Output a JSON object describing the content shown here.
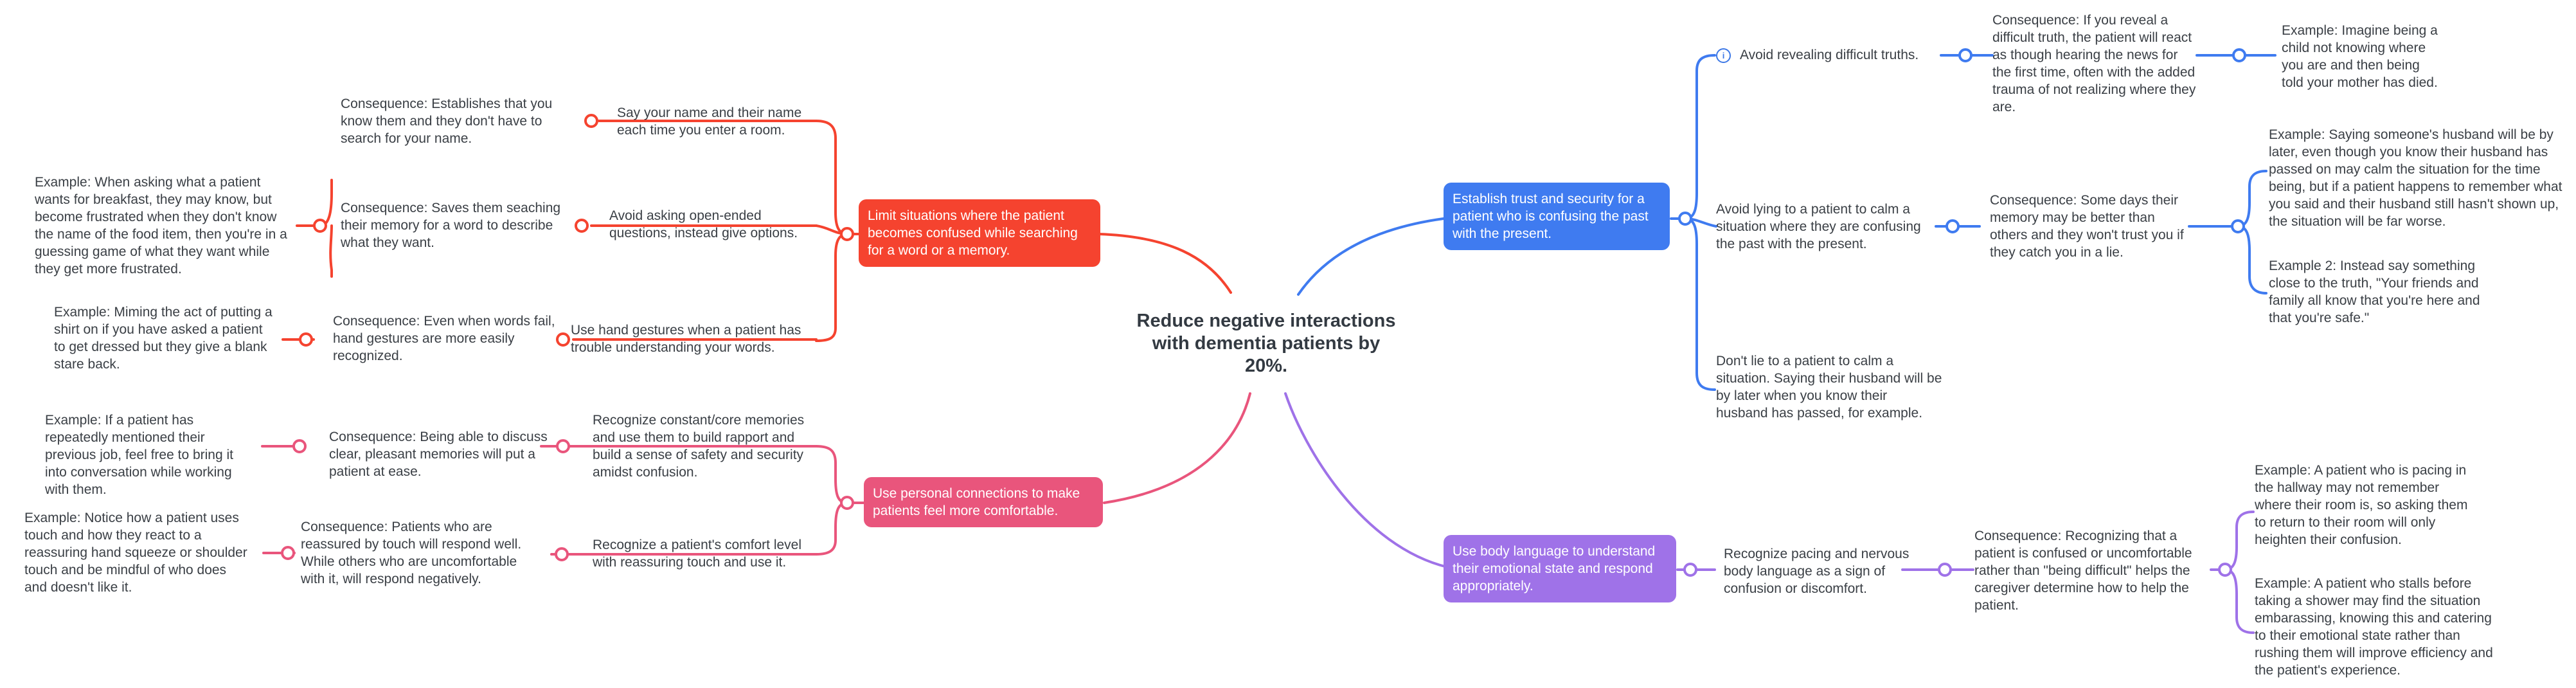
{
  "diagram": {
    "central_topic": "Reduce negative interactions with dementia patients by 20%.",
    "colors": {
      "red": "#f5432f",
      "pink": "#e9557c",
      "blue": "#3f7bf0",
      "purple": "#9f72e8"
    },
    "branches": {
      "limit": {
        "title": "Limit situations where the patient becomes confused while searching for a word or a memory.",
        "items": [
          {
            "text": "Say your name and their name each time you enter a room.",
            "consequence": "Consequence: Establishes that you know them and they don't have to search for your name."
          },
          {
            "text": "Avoid asking open-ended questions, instead give options.",
            "consequence": "Consequence: Saves them seaching their memory for a word to describe what they want.",
            "example": "Example: When asking what a patient wants for breakfast, they may know, but become frustrated when they don't know the name of the food item, then you're in a guessing game of what they want while they get more frustrated."
          },
          {
            "text": "Use hand gestures when a patient has trouble understanding your words.",
            "consequence": "Consequence: Even when words fail, hand gestures are more easily recognized.",
            "example": "Example: Miming the act of putting a shirt on if you have asked a patient to get dressed but they give a blank stare back."
          }
        ]
      },
      "personal": {
        "title": "Use personal connections to make patients feel more comfortable.",
        "items": [
          {
            "text": "Recognize constant/core memories and use them to build rapport and build a sense of safety and security amidst confusion.",
            "consequence": "Consequence: Being able to discuss clear, pleasant memories will put a patient at ease.",
            "example": "Example: If a patient has repeatedly mentioned their previous job, feel free to bring it into conversation while working with them."
          },
          {
            "text": "Recognize a patient's comfort level with reassuring touch and use it.",
            "consequence": "Consequence: Patients who are reassured by touch will respond well. While others who are uncomfortable with it, will respond negatively.",
            "example": "Example: Notice how a patient uses touch and how they react to a reassuring hand squeeze or shoulder touch and be mindful of who does and doesn't like it."
          }
        ]
      },
      "trust": {
        "title": "Establish trust and security for a patient who is confusing the past with the present.",
        "items": [
          {
            "text": "Avoid revealing difficult truths.",
            "icon": "info-icon",
            "consequence": "Consequence: If you reveal a difficult truth, the patient will react as though hearing the news for the first time, often with the added trauma of not realizing where they are.",
            "example": "Example: Imagine being a child not knowing where you are and then being told your mother has died."
          },
          {
            "text": "Avoid lying to a patient to calm a situation where they are confusing the past with the present.",
            "consequence": "Consequence: Some days their memory may be better than others and they won't trust you if they catch you in a lie.",
            "example": "Example: Saying someone's husband will be by later, even though you know their husband has passed on may calm the situation for the time being, but if a patient happens to remember what you said and their husband still hasn't shown up, the situation will be far worse.",
            "example2": "Example 2: Instead say something close to the truth, \"Your friends and family all know that you're here and that you're safe.\""
          },
          {
            "text": "Don't lie to a patient to calm a situation. Saying their husband will be by later when you know their husband has passed, for example."
          }
        ]
      },
      "body": {
        "title": "Use body language to understand their emotional state and respond appropriately.",
        "items": [
          {
            "text": "Recognize pacing and nervous body language as a sign of confusion or discomfort.",
            "consequence": "Consequence: Recognizing that a patient is confused or uncomfortable rather than \"being difficult\" helps the caregiver determine how to help the patient.",
            "example": "Example: A patient who is pacing in the hallway may not remember where their room is, so asking them to return to their room will only heighten their confusion.",
            "example2": "Example: A patient who stalls before taking a shower may find the situation embarassing, knowing this and catering to their emotional state rather than rushing them will improve efficiency and the patient's experience."
          }
        ]
      }
    }
  }
}
